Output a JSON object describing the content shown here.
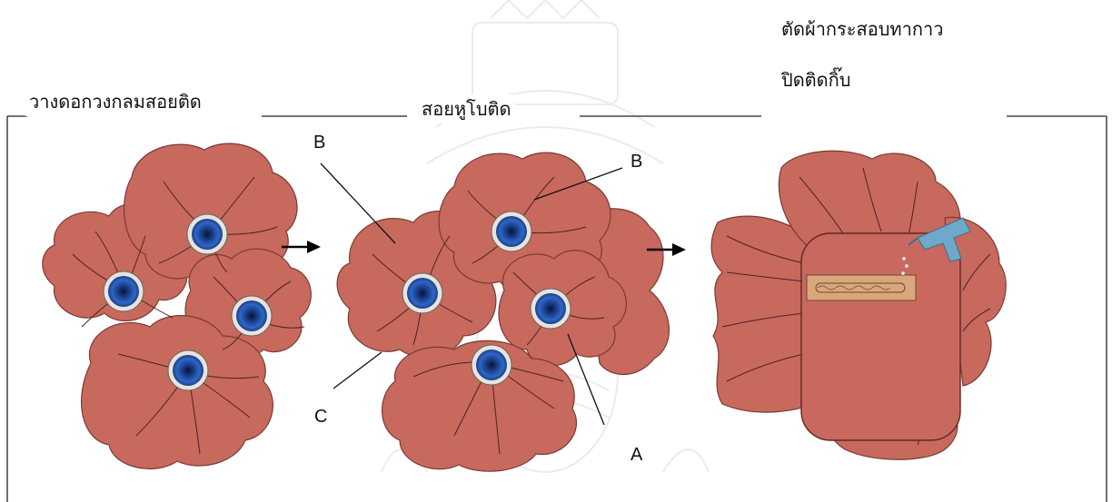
{
  "captions": {
    "step1": "วางดอกวงกลมสอยติด",
    "step2": "สอยหูโบติด",
    "step3_line1": "ตัดผ้ากระสอบทากาว",
    "step3_line2": "ปิดติดกิ๊บ"
  },
  "labels": {
    "b_left": "B",
    "b_right": "B",
    "c": "C",
    "a": "A"
  },
  "colors": {
    "petal": "#c8695e",
    "petal_line": "#5a2a26",
    "center_blue": "#1f4fa8",
    "center_ring": "#e8e4dc",
    "pad": "#c9685f",
    "clip": "#d9a77c",
    "glue_gun": "#6ea9c9"
  },
  "icons": [
    "right-arrow-icon",
    "glue-gun-icon",
    "hair-clip-icon",
    "crest-watermark"
  ]
}
